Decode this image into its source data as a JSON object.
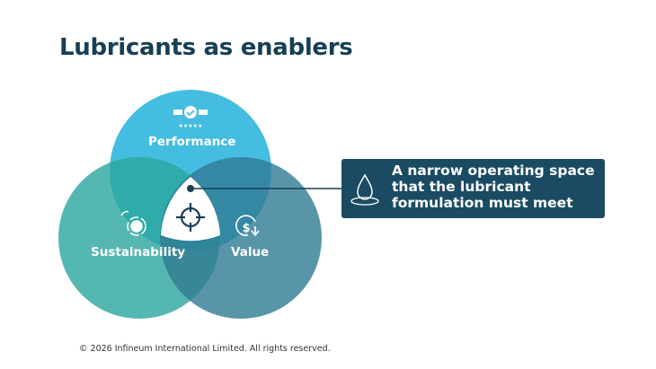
{
  "title": "Lubricants as enablers",
  "circles": [
    {
      "label": "Performance",
      "icon": "award-badge-icon",
      "color": "#45bde0"
    },
    {
      "label": "Sustainability",
      "icon": "earth-cycle-icon",
      "color": "#4fb3aa"
    },
    {
      "label": "Value",
      "icon": "dollar-down-icon",
      "color": "#4f8ea5"
    }
  ],
  "center_icon": "target-crosshair-icon",
  "callout": {
    "text": "A narrow operating space that the lubricant formulation must meet",
    "icon": "oil-drop-icon",
    "color": "#1b4b62"
  },
  "footer": "© 2026 Infineum International Limited. All rights reserved."
}
